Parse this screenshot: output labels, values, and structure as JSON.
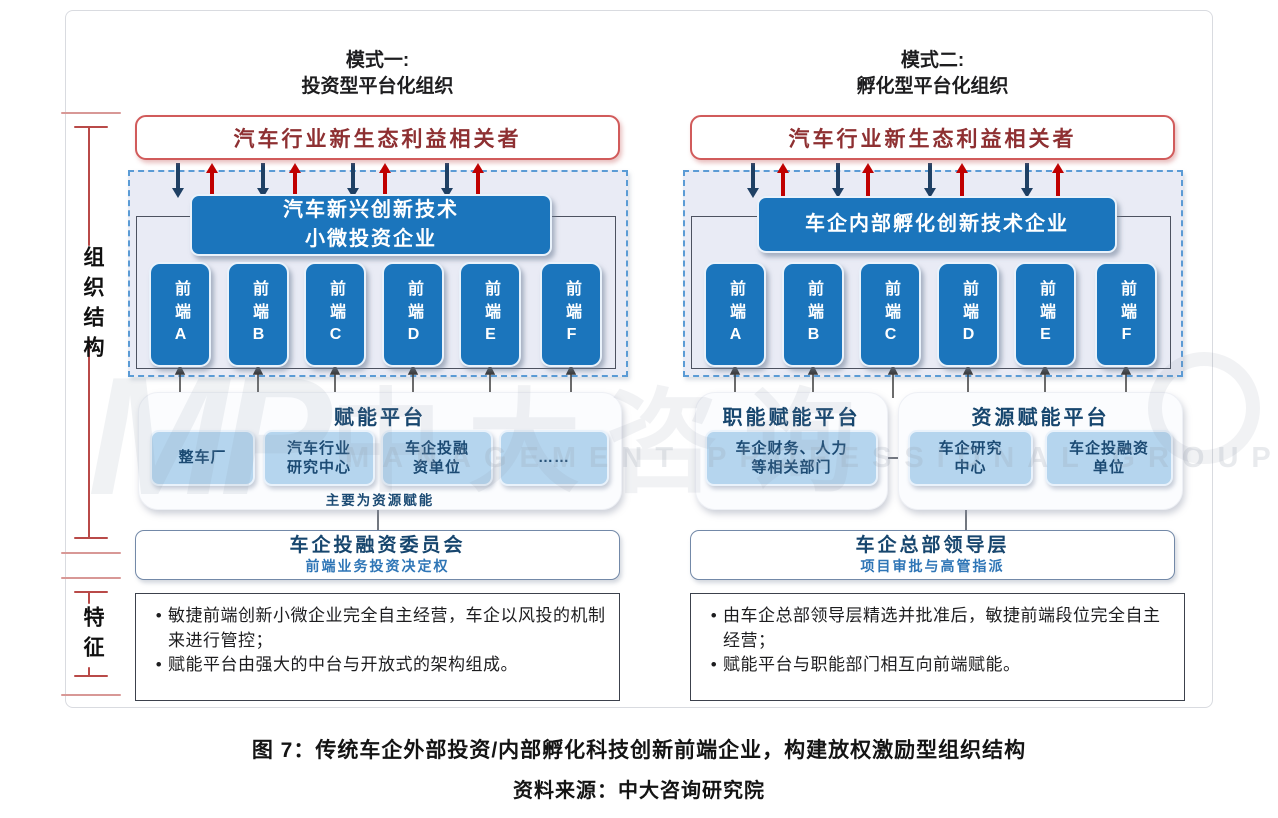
{
  "watermark": {
    "logo": "MP",
    "text_cn": "中大咨询",
    "text_en": "MANAGEMENT PROFESSIONAL GROUP"
  },
  "side_labels": {
    "structure": "组织结构",
    "features": "特征"
  },
  "left": {
    "mode_title": "模式一:\n投资型平台化组织",
    "stakeholder": "汽车行业新生态利益相关者",
    "incubator": "汽车新兴创新技术\n小微投资企业",
    "frontends": [
      "前端A",
      "前端B",
      "前端C",
      "前端D",
      "前端E",
      "前端F"
    ],
    "platform": {
      "title": "赋能平台",
      "boxes": [
        "整车厂",
        "汽车行业\n研究中心",
        "车企投融\n资单位",
        "……"
      ],
      "caption": "主要为资源赋能"
    },
    "governance": {
      "title": "车企投融资委员会",
      "subtitle": "前端业务投资决定权"
    },
    "features": [
      "敏捷前端创新小微企业完全自主经营，车企以风投的机制来进行管控；",
      "赋能平台由强大的中台与开放式的架构组成。"
    ]
  },
  "right": {
    "mode_title": "模式二:\n孵化型平台化组织",
    "stakeholder": "汽车行业新生态利益相关者",
    "incubator": "车企内部孵化创新技术企业",
    "frontends": [
      "前端A",
      "前端B",
      "前端C",
      "前端D",
      "前端E",
      "前端F"
    ],
    "platform_func": {
      "title": "职能赋能平台",
      "boxes": [
        "车企财务、人力\n等相关部门"
      ]
    },
    "platform_res": {
      "title": "资源赋能平台",
      "boxes": [
        "车企研究\n中心",
        "车企投融资\n单位"
      ]
    },
    "governance": {
      "title": "车企总部领导层",
      "subtitle": "项目审批与高管指派"
    },
    "features": [
      "由车企总部领导层精选并批准后，敏捷前端段位完全自主经营；",
      "赋能平台与职能部门相互向前端赋能。"
    ]
  },
  "caption": {
    "figure": "图 7：传统车企外部投资/内部孵化科技创新前端企业，构建放权激励型组织结构",
    "source": "资料来源：中大咨询研究院"
  },
  "colors": {
    "primary_blue": "#1b75bc",
    "light_blue": "#b5d5ee",
    "lavender_bg": "#e9ebf5",
    "dashed_border": "#5b9bd5",
    "red_border": "#d15b5b",
    "dark_red_text": "#8e3032",
    "navy_text": "#17466e",
    "arrow_navy": "#1f4064",
    "arrow_red": "#c00000",
    "bracket_red": "#b94a48"
  }
}
